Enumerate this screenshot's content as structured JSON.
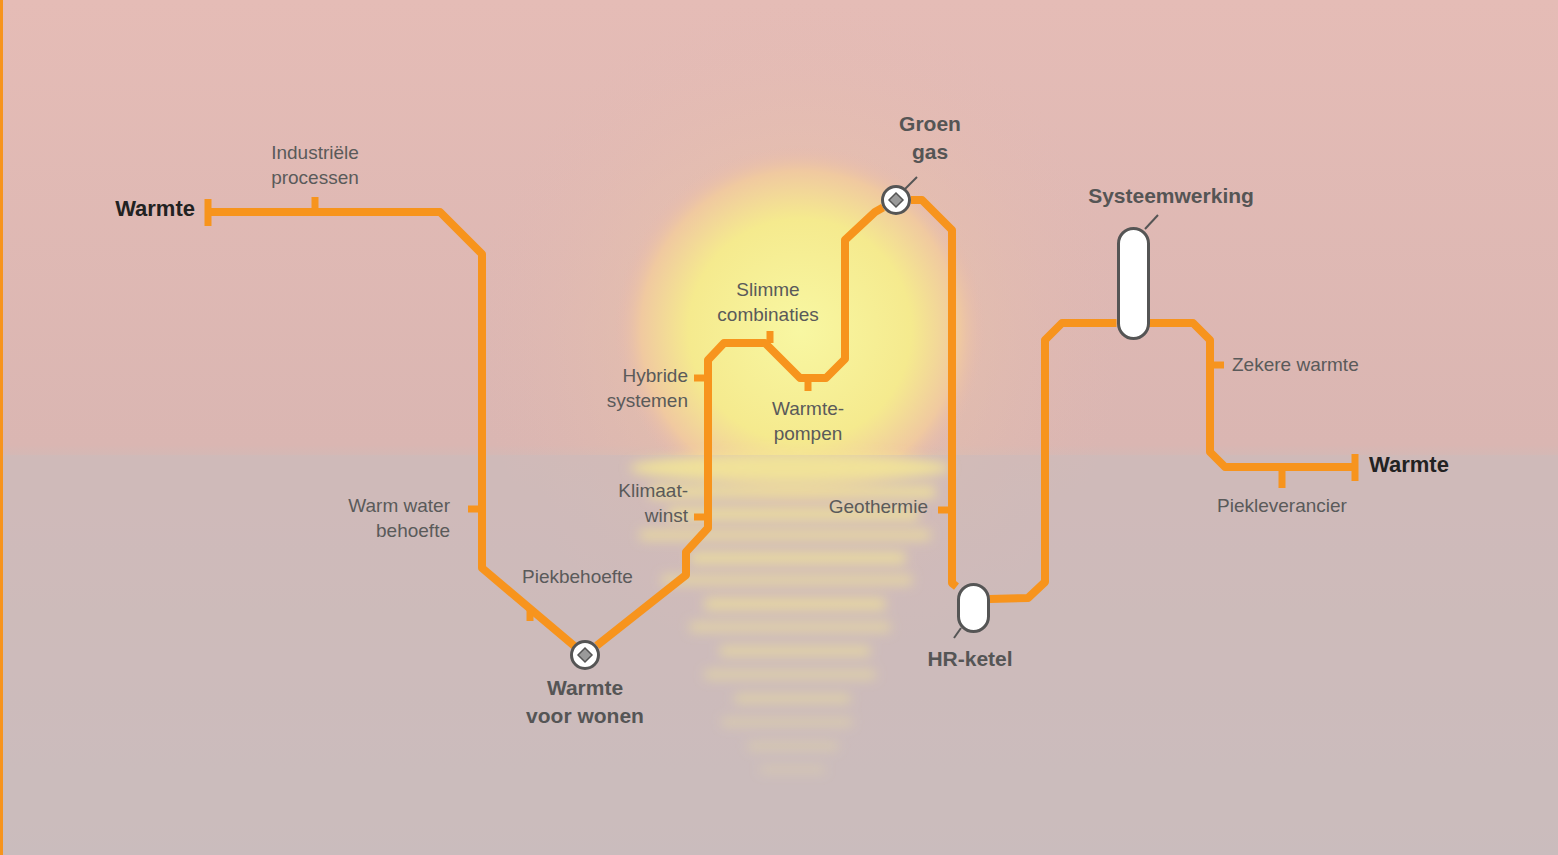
{
  "diagram": {
    "nodes": [
      {
        "text": [
          "Warmte voor wonen"
        ]
      },
      {
        "text": [
          "Groen gas"
        ]
      },
      {
        "text": [
          "HR-ketel"
        ]
      },
      {
        "text": [
          "Systeemwerking"
        ]
      }
    ],
    "edges": [
      {
        "from": 0,
        "to": 1,
        "arrow": "none"
      },
      {
        "from": 1,
        "to": 2,
        "arrow": "none"
      },
      {
        "from": 2,
        "to": 3,
        "arrow": "none"
      }
    ],
    "labels": [
      "Warmte",
      "Industriële processen",
      "Warm water behoefte",
      "Piekbehoefte",
      "Klimaat- winst",
      "Hybride systemen",
      "Slimme combinaties",
      "Warmte- pompen",
      "Geothermie",
      "Zekere warmte",
      "Piekleverancier",
      "Warmte"
    ]
  }
}
